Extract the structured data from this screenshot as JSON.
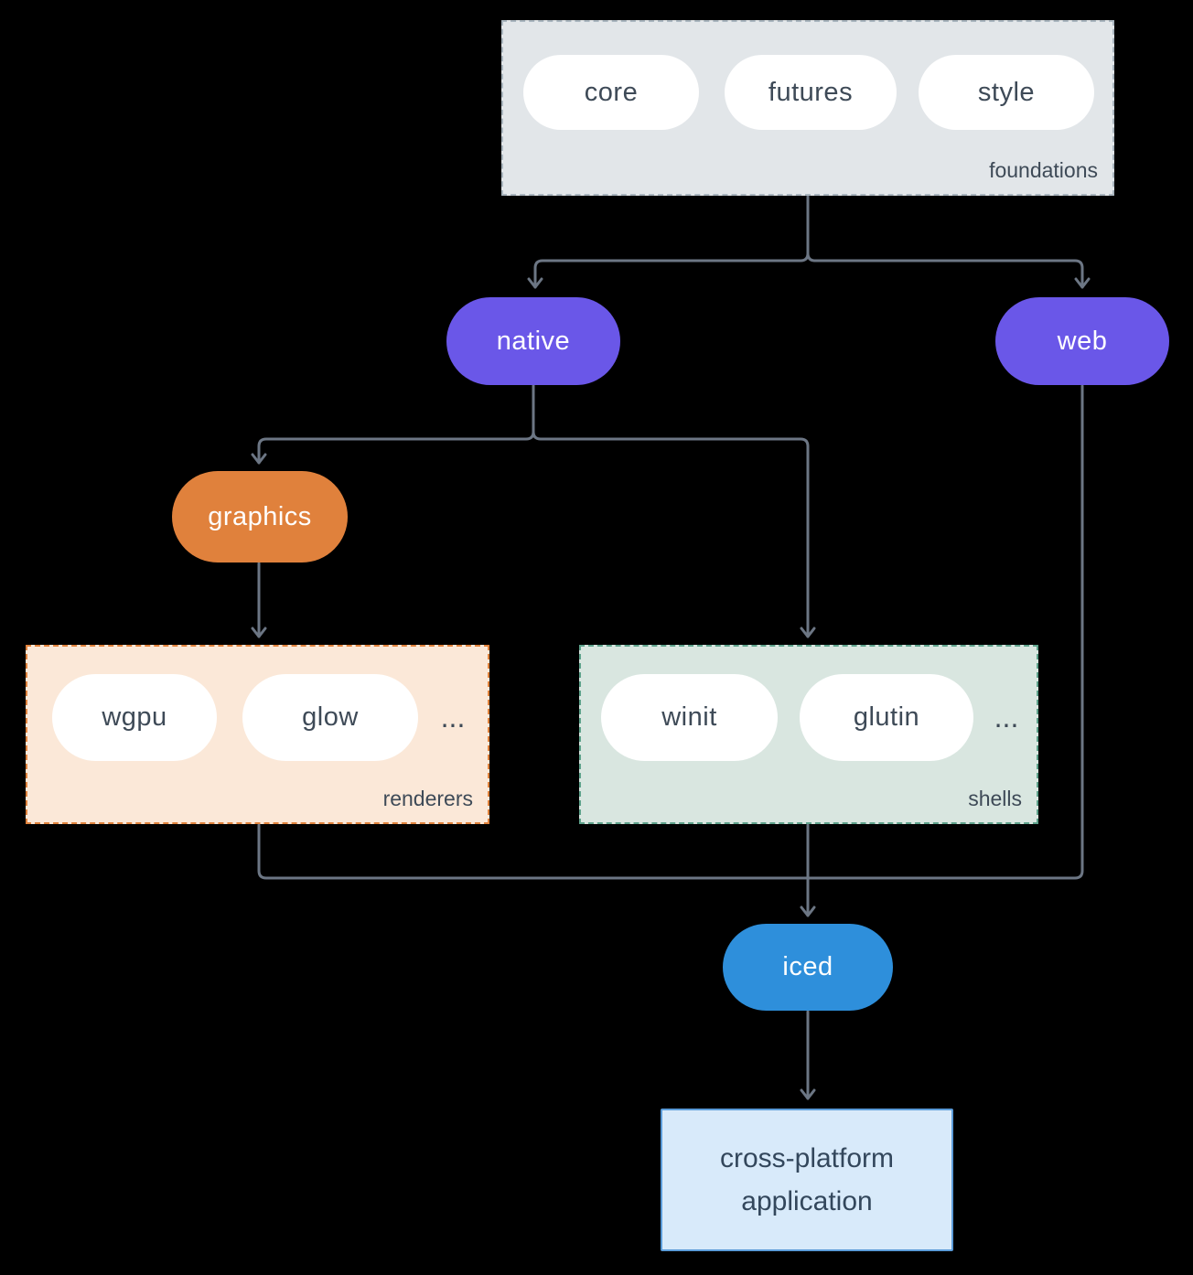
{
  "nodes": {
    "foundations": {
      "label": "foundations",
      "pills": [
        "core",
        "futures",
        "style"
      ]
    },
    "native": {
      "label": "native"
    },
    "web": {
      "label": "web"
    },
    "graphics": {
      "label": "graphics"
    },
    "renderers": {
      "label": "renderers",
      "pills": [
        "wgpu",
        "glow"
      ],
      "ellipsis": "..."
    },
    "shells": {
      "label": "shells",
      "pills": [
        "winit",
        "glutin"
      ],
      "ellipsis": "..."
    },
    "iced": {
      "label": "iced"
    },
    "application": {
      "label": "cross-platform application"
    }
  },
  "colors": {
    "background": "#000000",
    "foundations_fill": "#e2e6e9",
    "foundations_border": "#aab6bf",
    "purple": "#6a57e8",
    "orange": "#e0813c",
    "renderers_fill": "#fbe8d8",
    "renderers_border": "#e0823c",
    "shells_fill": "#d9e6e0",
    "shells_border": "#5ea28b",
    "blue": "#2e8fdb",
    "app_fill": "#d8eafa",
    "app_border": "#5b9bd8",
    "edge": "#6c7684",
    "text_dark": "#3e4a57",
    "text_light": "#ffffff"
  }
}
